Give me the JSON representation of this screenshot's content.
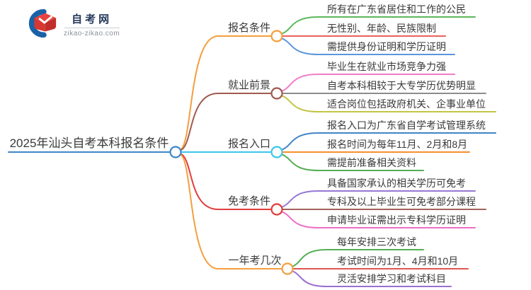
{
  "logo": {
    "site_name": "自考网",
    "site_domain": "zikao-zikao.com"
  },
  "mindmap": {
    "root": {
      "label": "2025年汕头自考本科报名条件",
      "color": "#3e86c8"
    },
    "branches": [
      {
        "label": "报名条件",
        "color": "#f59e3d",
        "leaves": [
          {
            "text": "所有在广东省居住和工作的公民",
            "color": "#5cb85c"
          },
          {
            "text": "无性别、年龄、民族限制",
            "color": "#e8625c"
          },
          {
            "text": "需提供身份证明和学历证明",
            "color": "#5b96dc"
          }
        ]
      },
      {
        "label": "就业前景",
        "color": "#9e5a50",
        "leaves": [
          {
            "text": "毕业生在就业市场竞争力强",
            "color": "#f07dc8"
          },
          {
            "text": "自考本科相较于大专学历优势明显",
            "color": "#8c8c8c"
          },
          {
            "text": "适合岗位包括政府机关、企事业单位",
            "color": "#c4c442"
          }
        ]
      },
      {
        "label": "报名入口",
        "color": "#3ec6e8",
        "leaves": [
          {
            "text": "报名入口为广东省自学考试管理系统",
            "color": "#4284c6"
          },
          {
            "text": "报名时间为每年11月、2月和8月",
            "color": "#f78f2d"
          },
          {
            "text": "需提前准备相关资料",
            "color": "#54ae54"
          }
        ]
      },
      {
        "label": "免考条件",
        "color": "#e23c3c",
        "leaves": [
          {
            "text": "具备国家承认的相关学历可免考",
            "color": "#9678d2"
          },
          {
            "text": "专科及以上毕业生可免考部分课程",
            "color": "#a2625a"
          },
          {
            "text": "申请毕业证需出示专科学历证明",
            "color": "#ee6ec6"
          }
        ]
      },
      {
        "label": "一年考几次",
        "color": "#f59e3d",
        "leaves": [
          {
            "text": "每年安排三次考试",
            "color": "#54ae54"
          },
          {
            "text": "考试时间为1月、4月和10月",
            "color": "#e25552"
          },
          {
            "text": "灵活安排学习和考试科目",
            "color": "#9a6fd0"
          }
        ]
      }
    ]
  }
}
